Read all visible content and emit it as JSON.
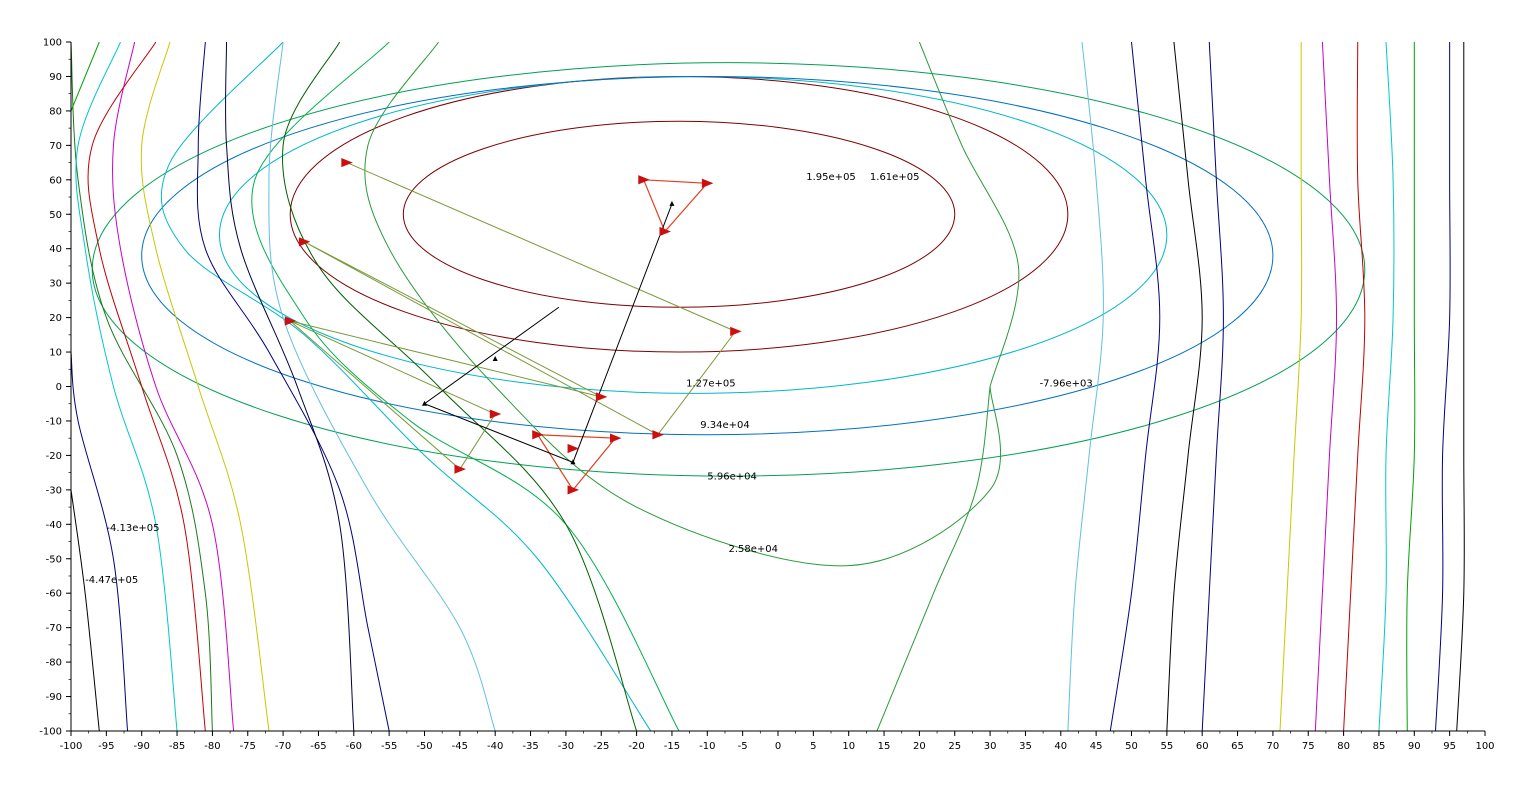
{
  "chart_data": {
    "type": "contour",
    "title": "",
    "xlabel": "",
    "ylabel": "",
    "xlim": [
      -100,
      100
    ],
    "ylim": [
      -100,
      100
    ],
    "grid": false,
    "x_ticks": [
      -100,
      -95,
      -90,
      -85,
      -80,
      -75,
      -70,
      -65,
      -60,
      -55,
      -50,
      -45,
      -40,
      -35,
      -30,
      -25,
      -20,
      -15,
      -10,
      -5,
      0,
      5,
      10,
      15,
      20,
      25,
      30,
      35,
      40,
      45,
      50,
      55,
      60,
      65,
      70,
      75,
      80,
      85,
      90,
      95,
      100
    ],
    "y_ticks": [
      -100,
      -90,
      -80,
      -70,
      -60,
      -50,
      -40,
      -30,
      -20,
      -10,
      0,
      10,
      20,
      30,
      40,
      50,
      60,
      70,
      80,
      90,
      100
    ],
    "ellipses": [
      {
        "level": "1.95e+05",
        "cx": -14,
        "cy": 50,
        "rx": 39,
        "ry": 27,
        "color": "#800000"
      },
      {
        "level": "1.61e+05",
        "cx": -14,
        "cy": 50,
        "rx": 55,
        "ry": 40,
        "color": "#800000"
      },
      {
        "level": "1.27e+05",
        "cx": -12,
        "cy": 44,
        "rx": 67,
        "ry": 46,
        "color": "#00b8c8"
      },
      {
        "level": "9.34e+04",
        "cx": -10,
        "cy": 38,
        "rx": 80,
        "ry": 52,
        "color": "#0070c0"
      },
      {
        "level": "5.96e+04",
        "cx": -7,
        "cy": 34,
        "rx": 90,
        "ry": 60,
        "color": "#00a050"
      }
    ],
    "contour_lines": [
      {
        "color": "#00b8c8",
        "points": [
          [
            -70,
            100
          ],
          [
            -86,
            65
          ],
          [
            -84,
            40
          ],
          [
            -67,
            15
          ],
          [
            -50,
            -20
          ],
          [
            -34,
            -50
          ],
          [
            -18,
            -100
          ]
        ]
      },
      {
        "color": "#00b050",
        "points": [
          [
            -55,
            100
          ],
          [
            -74,
            60
          ],
          [
            -67,
            20
          ],
          [
            -52,
            -10
          ],
          [
            -30,
            -40
          ],
          [
            -14,
            -100
          ]
        ]
      },
      {
        "color": "#2a9a3a",
        "points": [
          [
            -48,
            100
          ],
          [
            -58,
            70
          ],
          [
            -55,
            40
          ],
          [
            -40,
            0
          ],
          [
            -20,
            -35
          ],
          [
            10,
            -52
          ],
          [
            30,
            -30
          ],
          [
            30,
            0
          ]
        ]
      },
      {
        "color": "#2a9a3a",
        "points": [
          [
            30,
            0
          ],
          [
            34,
            35
          ],
          [
            26,
            70
          ],
          [
            20,
            100
          ]
        ]
      },
      {
        "color": "#2a9a3a",
        "points": [
          [
            14,
            -100
          ],
          [
            22,
            -60
          ],
          [
            28,
            -30
          ],
          [
            30,
            0
          ]
        ]
      },
      {
        "color": "#006000",
        "points": [
          [
            -62,
            100
          ],
          [
            -70,
            70
          ],
          [
            -65,
            35
          ],
          [
            -48,
            0
          ],
          [
            -30,
            -40
          ],
          [
            -20,
            -100
          ]
        ]
      },
      {
        "color": "#60c0e0",
        "points": [
          [
            -70,
            100
          ],
          [
            -72,
            60
          ],
          [
            -70,
            20
          ],
          [
            -58,
            -30
          ],
          [
            -45,
            -70
          ],
          [
            -40,
            -100
          ]
        ]
      },
      {
        "color": "#1a7a1a",
        "points": [
          [
            -100,
            100
          ],
          [
            -99,
            60
          ],
          [
            -95,
            20
          ],
          [
            -85,
            -20
          ],
          [
            -81,
            -60
          ],
          [
            -80,
            -100
          ]
        ]
      },
      {
        "color": "#000080",
        "points": [
          [
            -81,
            100
          ],
          [
            -82,
            70
          ],
          [
            -81,
            40
          ],
          [
            -72,
            10
          ],
          [
            -62,
            -30
          ],
          [
            -58,
            -70
          ],
          [
            -55,
            -100
          ]
        ]
      },
      {
        "color": "#000040",
        "points": [
          [
            -78,
            100
          ],
          [
            -78,
            70
          ],
          [
            -76,
            40
          ],
          [
            -68,
            0
          ],
          [
            -62,
            -40
          ],
          [
            -60,
            -100
          ]
        ]
      },
      {
        "color": "#c8c800",
        "points": [
          [
            -86,
            100
          ],
          [
            -90,
            70
          ],
          [
            -88,
            40
          ],
          [
            -82,
            0
          ],
          [
            -76,
            -40
          ],
          [
            -72,
            -100
          ]
        ]
      },
      {
        "color": "#c800c8",
        "points": [
          [
            -91,
            100
          ],
          [
            -94,
            70
          ],
          [
            -93,
            40
          ],
          [
            -88,
            0
          ],
          [
            -80,
            -40
          ],
          [
            -77,
            -100
          ]
        ]
      },
      {
        "color": "#c00000",
        "points": [
          [
            -88,
            100
          ],
          [
            -97,
            70
          ],
          [
            -96,
            40
          ],
          [
            -90,
            0
          ],
          [
            -84,
            -40
          ],
          [
            -81,
            -100
          ]
        ]
      },
      {
        "color": "#00c8c8",
        "points": [
          [
            -93,
            100
          ],
          [
            -99,
            70
          ],
          [
            -98,
            40
          ],
          [
            -94,
            0
          ],
          [
            -88,
            -40
          ],
          [
            -85,
            -100
          ]
        ]
      },
      {
        "color": "#00a000",
        "points": [
          [
            -96,
            100
          ],
          [
            -100,
            80
          ]
        ]
      },
      {
        "color": "#000080",
        "points": [
          [
            -100,
            10
          ],
          [
            -99,
            -10
          ],
          [
            -94,
            -50
          ],
          [
            -92,
            -100
          ]
        ]
      },
      {
        "color": "#000000",
        "points": [
          [
            -100,
            -30
          ],
          [
            -98,
            -60
          ],
          [
            -96,
            -100
          ]
        ]
      },
      {
        "color": "#60c0e0",
        "points": [
          [
            41,
            -100
          ],
          [
            42,
            -60
          ],
          [
            44,
            -20
          ],
          [
            46,
            20
          ],
          [
            45,
            60
          ],
          [
            43,
            100
          ]
        ]
      },
      {
        "color": "#000080",
        "points": [
          [
            47,
            -100
          ],
          [
            50,
            -60
          ],
          [
            52,
            -20
          ],
          [
            54,
            20
          ],
          [
            52,
            60
          ],
          [
            50,
            100
          ]
        ]
      },
      {
        "color": "#000000",
        "points": [
          [
            55,
            -100
          ],
          [
            56,
            -60
          ],
          [
            58,
            -20
          ],
          [
            60,
            20
          ],
          [
            58,
            60
          ],
          [
            56,
            100
          ]
        ]
      },
      {
        "color": "#000080",
        "points": [
          [
            60,
            -100
          ],
          [
            61,
            -60
          ],
          [
            62,
            -20
          ],
          [
            63,
            20
          ],
          [
            62,
            60
          ],
          [
            61,
            100
          ]
        ]
      },
      {
        "color": "#c8c800",
        "points": [
          [
            71,
            -100
          ],
          [
            72,
            -60
          ],
          [
            73,
            -20
          ],
          [
            74,
            20
          ],
          [
            74,
            60
          ],
          [
            74,
            100
          ]
        ]
      },
      {
        "color": "#c800c8",
        "points": [
          [
            76,
            -100
          ],
          [
            77,
            -60
          ],
          [
            78,
            -20
          ],
          [
            79,
            20
          ],
          [
            78,
            60
          ],
          [
            77,
            100
          ]
        ]
      },
      {
        "color": "#c00000",
        "points": [
          [
            80,
            -100
          ],
          [
            81,
            -60
          ],
          [
            82,
            -20
          ],
          [
            83,
            20
          ],
          [
            82,
            60
          ],
          [
            82,
            100
          ]
        ]
      },
      {
        "color": "#00c8c8",
        "points": [
          [
            85,
            -100
          ],
          [
            86,
            -60
          ],
          [
            86,
            -20
          ],
          [
            87,
            20
          ],
          [
            87,
            60
          ],
          [
            86,
            100
          ]
        ]
      },
      {
        "color": "#00a000",
        "points": [
          [
            89,
            -100
          ],
          [
            89,
            -60
          ],
          [
            90,
            -20
          ],
          [
            90,
            20
          ],
          [
            90,
            60
          ],
          [
            90,
            100
          ]
        ]
      },
      {
        "color": "#000080",
        "points": [
          [
            93,
            -100
          ],
          [
            94,
            -60
          ],
          [
            94,
            -20
          ],
          [
            95,
            20
          ],
          [
            95,
            60
          ],
          [
            95,
            100
          ]
        ]
      },
      {
        "color": "#000000",
        "points": [
          [
            96,
            -100
          ],
          [
            97,
            -60
          ],
          [
            97,
            -20
          ],
          [
            97,
            20
          ],
          [
            97,
            60
          ],
          [
            97,
            100
          ]
        ]
      }
    ],
    "contour_labels": [
      {
        "text": "1.95e+05",
        "x": 4,
        "y": 60
      },
      {
        "text": "1.61e+05",
        "x": 13,
        "y": 60
      },
      {
        "text": "1.27e+05",
        "x": -13,
        "y": 0
      },
      {
        "text": "9.34e+04",
        "x": -11,
        "y": -12
      },
      {
        "text": "5.96e+04",
        "x": -10,
        "y": -27
      },
      {
        "text": "2.58e+04",
        "x": -7,
        "y": -48
      },
      {
        "text": "-7.96e+03",
        "x": 37,
        "y": 0
      },
      {
        "text": "-4.13e+05",
        "x": -95,
        "y": -42
      },
      {
        "text": "-4.47e+05",
        "x": -98,
        "y": -57
      }
    ],
    "green_path": [
      [
        -61,
        65
      ],
      [
        -6,
        16
      ],
      [
        -17,
        -14
      ],
      [
        -67,
        42
      ],
      [
        -25,
        -3
      ],
      [
        -69,
        19
      ],
      [
        -45,
        -24
      ],
      [
        -40,
        -8
      ],
      [
        -69,
        19
      ]
    ],
    "red_triangles": [
      [
        [
          -19,
          60
        ],
        [
          -10,
          59
        ],
        [
          -16,
          45
        ]
      ],
      [
        [
          -34,
          -14
        ],
        [
          -23,
          -15
        ],
        [
          -29,
          -30
        ]
      ]
    ],
    "red_markers": [
      [
        -61,
        65
      ],
      [
        -67,
        42
      ],
      [
        -69,
        19
      ],
      [
        -6,
        16
      ],
      [
        -17,
        -14
      ],
      [
        -25,
        -3
      ],
      [
        -40,
        -8
      ],
      [
        -45,
        -24
      ],
      [
        -19,
        60
      ],
      [
        -10,
        59
      ],
      [
        -16,
        45
      ],
      [
        -34,
        -14
      ],
      [
        -23,
        -15
      ],
      [
        -29,
        -30
      ],
      [
        -29,
        -18
      ]
    ],
    "black_path": [
      [
        -31,
        23
      ],
      [
        -50,
        -5
      ],
      [
        -29,
        -22
      ],
      [
        -15,
        53
      ]
    ],
    "black_markers": [
      [
        -40,
        8
      ],
      [
        -50,
        -5
      ],
      [
        -29,
        -22
      ],
      [
        -15,
        53
      ]
    ]
  }
}
